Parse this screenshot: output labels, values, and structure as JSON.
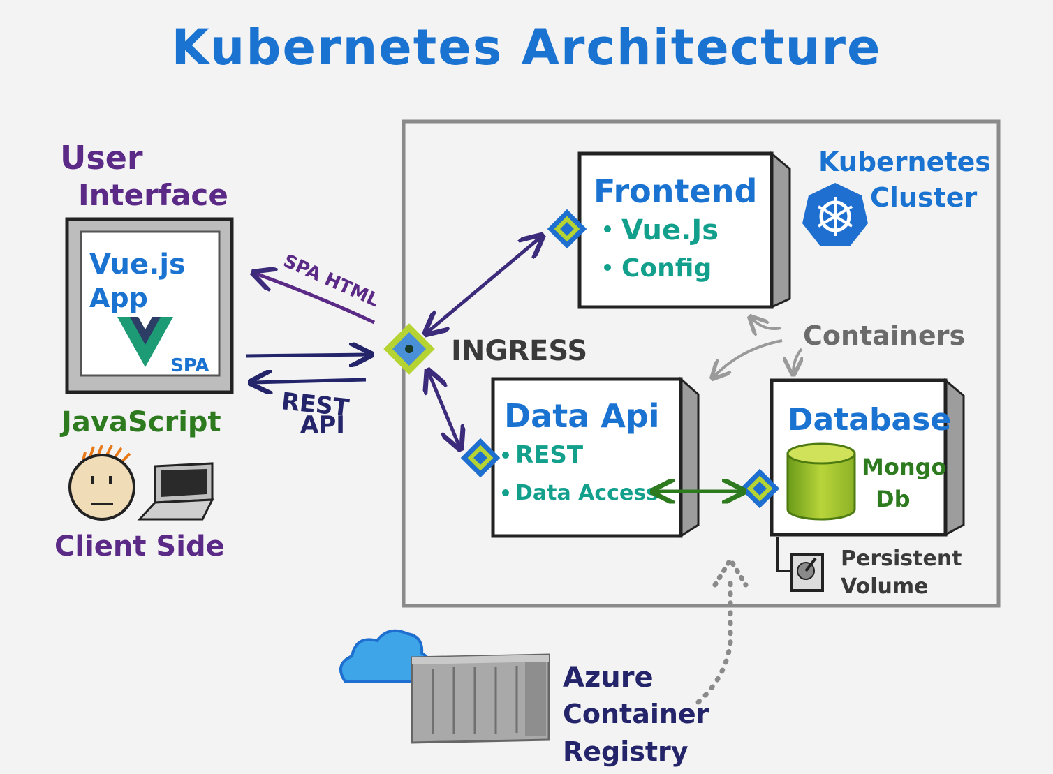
{
  "title": "Kubernetes Architecture",
  "colors": {
    "title": "#1a73d0",
    "purple": "#5b2a86",
    "navy": "#24246a",
    "teal": "#12a08c",
    "green": "#2d7a1f",
    "gray": "#8a8a8a",
    "lime": "#b5d333"
  },
  "client": {
    "heading_line1": "User",
    "heading_line2": "Interface",
    "app_line1": "Vue.js",
    "app_line2": "App",
    "spa_tag": "SPA",
    "language": "JavaScript",
    "footer": "Client Side"
  },
  "connections": {
    "spa_html": "SPA HTML",
    "rest_api_line1": "REST",
    "rest_api_line2": "API",
    "ingress": "INGRESS"
  },
  "cluster": {
    "label_line1": "Kubernetes",
    "label_line2": "Cluster",
    "containers_label": "Containers",
    "frontend": {
      "title": "Frontend",
      "items": [
        "Vue.Js",
        "Config"
      ]
    },
    "data_api": {
      "title": "Data Api",
      "items": [
        "REST",
        "Data Access"
      ]
    },
    "database": {
      "title": "Database",
      "db_line1": "Mongo",
      "db_line2": "Db"
    },
    "volume_line1": "Persistent",
    "volume_line2": "Volume"
  },
  "registry": {
    "line1": "Azure",
    "line2": "Container",
    "line3": "Registry"
  },
  "icons": [
    "kubernetes-icon",
    "vue-logo-icon",
    "face-icon",
    "laptop-icon",
    "cloud-icon",
    "shipping-container-icon",
    "disk-icon",
    "mongodb-cylinder-icon"
  ]
}
